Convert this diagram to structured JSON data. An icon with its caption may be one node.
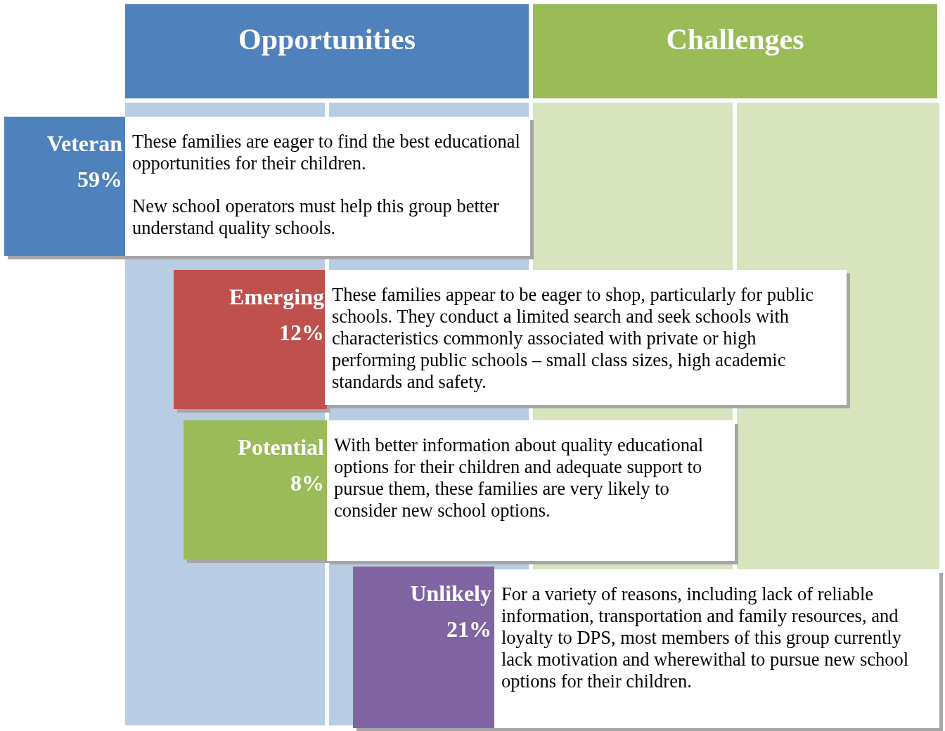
{
  "diagram": {
    "nodes": [
      {
        "text": [
          "Opportunities"
        ]
      },
      {
        "text": [
          "Challenges"
        ]
      },
      {
        "text": [
          "Veteran",
          "59%"
        ]
      },
      {
        "text": [
          "These families are eager to find the best educational opportunities for their children.",
          "New school operators must help this group better understand quality schools."
        ]
      },
      {
        "text": [
          "Emerging",
          "12%"
        ]
      },
      {
        "text": [
          "These families appear to be eager to shop, particularly for public schools. They conduct a limited search and seek schools with characteristics commonly associated with private or high performing public schools – small class sizes, high academic standards and safety."
        ]
      },
      {
        "text": [
          "Potential",
          "8%"
        ]
      },
      {
        "text": [
          "With better information about quality educational options for their children and adequate support to pursue them, these families are very likely to consider new school options."
        ]
      },
      {
        "text": [
          "Unlikely",
          "21%"
        ]
      },
      {
        "text": [
          "For a variety of reasons, including lack of reliable information, transportation and family resources, and loyalty to DPS, most members of this group currently lack motivation and wherewithal to pursue new school options for their children."
        ]
      }
    ]
  }
}
